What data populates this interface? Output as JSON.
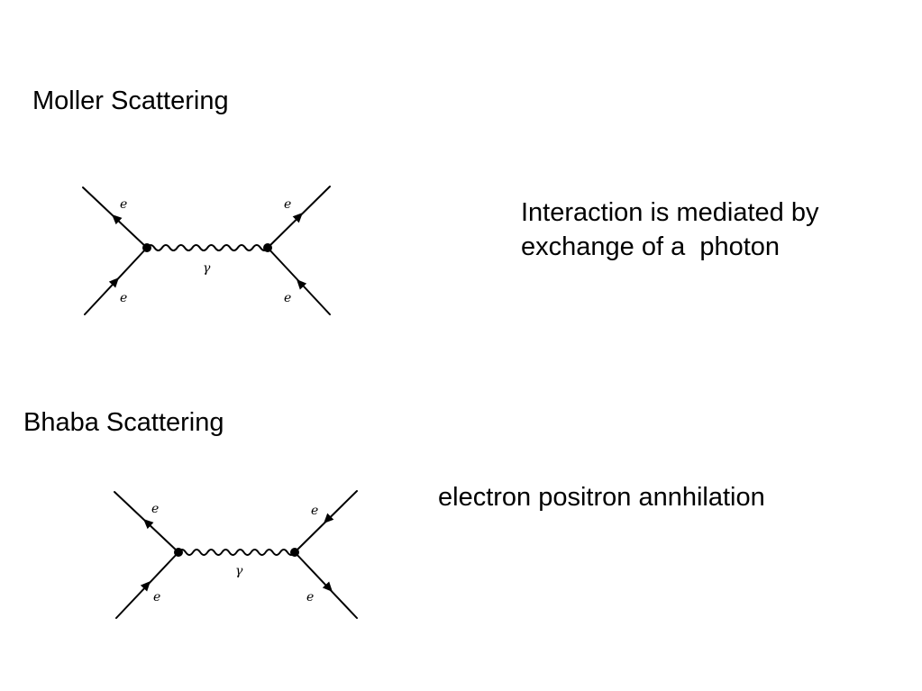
{
  "moller": {
    "title": "Moller Scattering",
    "note_line1": "Interaction is mediated by",
    "note_line2": "exchange of a  photon",
    "labels": {
      "top_left": "e",
      "bottom_left": "e",
      "top_right": "e",
      "bottom_right": "e",
      "boson": "γ"
    }
  },
  "bhaba": {
    "title": "Bhaba Scattering",
    "note": "electron positron annhilation",
    "labels": {
      "top_left": "e",
      "bottom_left": "e",
      "top_right": "e",
      "bottom_right": "e",
      "boson": "γ"
    }
  }
}
